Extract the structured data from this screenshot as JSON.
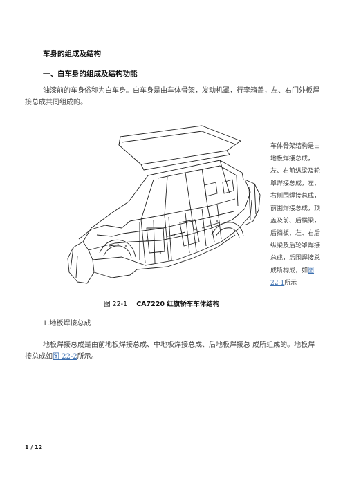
{
  "doc": {
    "title": "车身的组成及结构",
    "section1_heading": "一、白车身的组成及结构功能",
    "intro_paragraph": "油漆前的车身俗称为白车身。白车身是由车体骨架，发动机罩，行李箱盖，左、右门外板焊接总成共同组成的。",
    "side_note_text": "车体骨架结构是由地板焊接总成，左、右前纵梁及轮罩焊接总成，左、右侧围焊接总成，前围焊接总成，顶盖及前、后横梁，后挡板、左、右后纵梁及后轮罩焊接总成，后围焊接总成所构成，如",
    "side_note_link": "图22-1",
    "side_note_suffix": "所示",
    "figure_caption_num": "图 22-1",
    "figure_caption_text": "CA7220 红旗轿车车体结构",
    "subsection_heading": "1.地板焊接总成",
    "floor_paragraph_pre": "地板焊接总成是由前地板焊接总成、中地板焊接总成、后地板焊接总 成所组成的。地板焊接总成如",
    "floor_paragraph_link": "图 22-2",
    "floor_paragraph_post": "所示。",
    "page_indicator": "1 / 12"
  }
}
